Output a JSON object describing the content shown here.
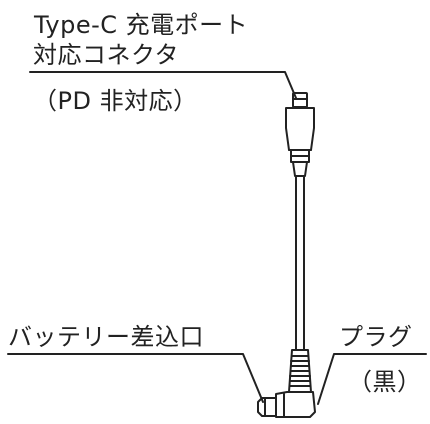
{
  "labels": {
    "connector_line1": "Type-C 充電ポート",
    "connector_line2": "対応コネクタ",
    "connector_note": "（PD 非対応）",
    "battery_inlet": "バッテリー差込口",
    "plug": "プラグ",
    "plug_color": "（黒）"
  },
  "colors": {
    "line": "#222222",
    "background": "#ffffff"
  }
}
